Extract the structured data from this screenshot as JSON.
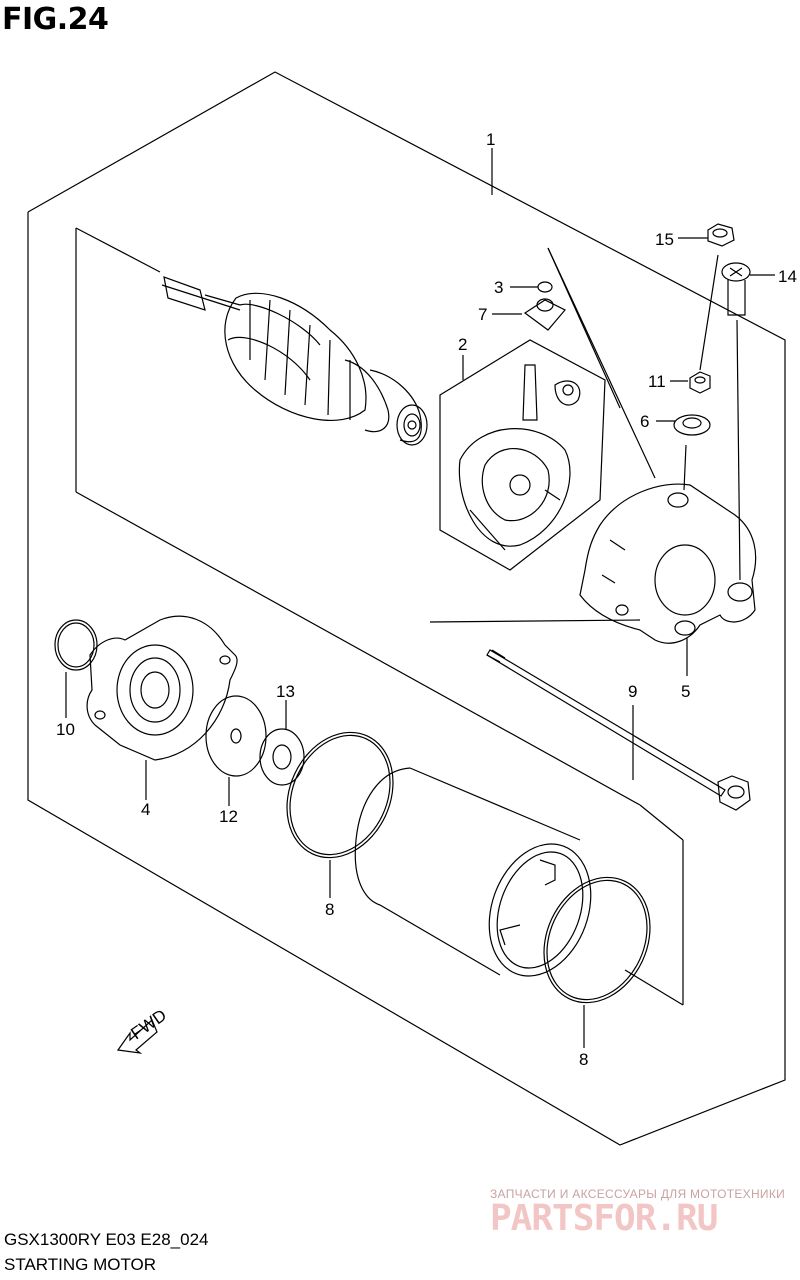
{
  "figure": {
    "title": "FIG.24",
    "model_code": "GSX1300RY E03 E28_024",
    "caption": "STARTING MOTOR"
  },
  "callouts": [
    "1",
    "2",
    "3",
    "7",
    "15",
    "14",
    "11",
    "6",
    "5",
    "9",
    "13",
    "10",
    "4",
    "12",
    "8",
    "8"
  ],
  "fwd_label": "FWD",
  "watermark": {
    "tagline": "ЗАПЧАСТИ И АКСЕССУАРЫ ДЛЯ МОТОТЕХНИКИ",
    "logo": "PARTSFOR.RU"
  },
  "colors": {
    "line": "#000000",
    "watermark": "#f3c6c6"
  }
}
